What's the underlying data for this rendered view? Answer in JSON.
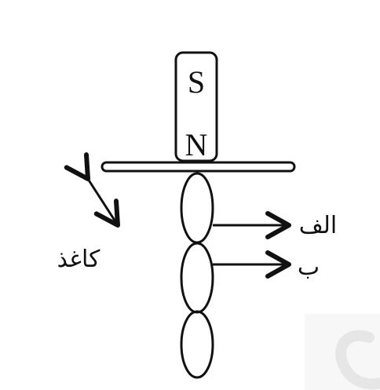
{
  "magnet": {
    "top_pole": "S",
    "bottom_pole": "N"
  },
  "labels": {
    "paper": "کاغذ",
    "alef": "الف",
    "be": "ب"
  },
  "colors": {
    "ink": "#111111",
    "background": "#ffffff",
    "watermark": "#e6e6e6"
  }
}
